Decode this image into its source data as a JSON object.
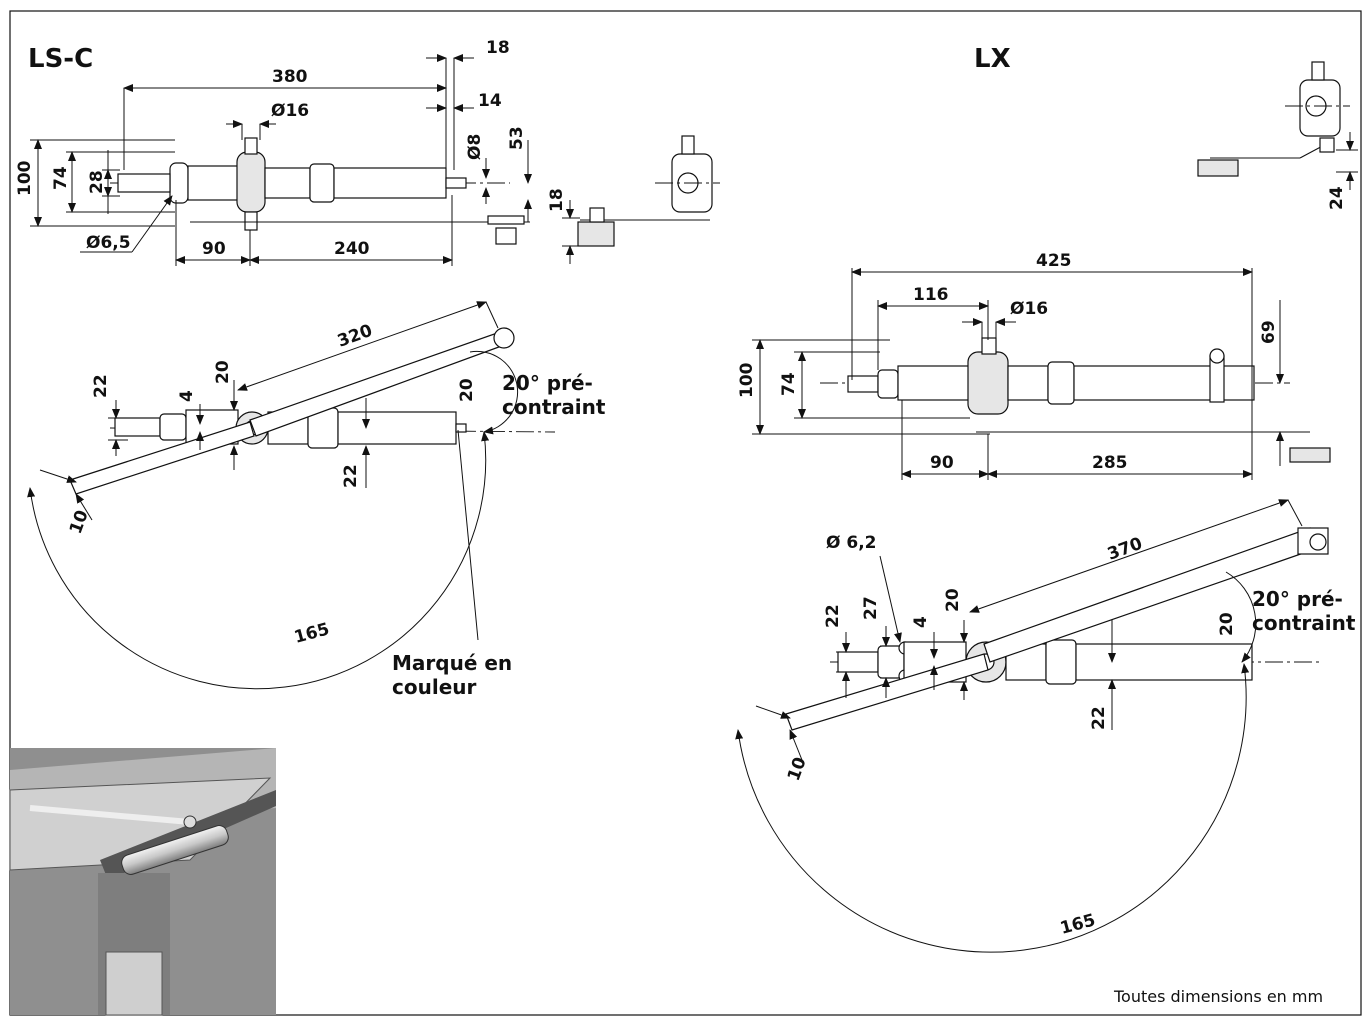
{
  "models": {
    "ls_c": {
      "title": "LS-C",
      "side_view": {
        "overall_length": "380",
        "cap_length": "18",
        "cap_offset": "14",
        "pivot_diameter": "Ø16",
        "rod_diameter": "Ø8",
        "rod_height": "53",
        "total_height": "100",
        "body_height": "74",
        "flange_height": "28",
        "hole_diameter": "Ø6,5",
        "front_length": "90",
        "rear_length": "240",
        "base_height": "18"
      },
      "top_view": {
        "arm_length": "320",
        "arm_offset": "20",
        "body_offset": "22",
        "gap": "4",
        "rod_offset": "22",
        "angle_label": "20",
        "preload_note": "20° pré-contraint",
        "arm_width": "10",
        "swing_radius": "165",
        "marking_note": "Marqué en couleur"
      }
    },
    "lx": {
      "title": "LX",
      "end_view": {
        "height": "24"
      },
      "side_view": {
        "overall_length": "425",
        "pivot_length": "116",
        "pivot_diameter": "Ø16",
        "total_height": "100",
        "body_height": "74",
        "rod_height": "69",
        "front_length": "90",
        "rear_length": "285"
      },
      "top_view": {
        "hole_diameter": "Ø 6,2",
        "arm_length": "370",
        "body_offset": "22",
        "flange_offset": "27",
        "gap": "4",
        "arm_offset": "20",
        "angle_label": "20",
        "preload_note": "20° pré-contraint",
        "rod_offset": "22",
        "arm_width": "10",
        "swing_radius": "165"
      }
    }
  },
  "footer": {
    "units_note": "Toutes dimensions en mm"
  },
  "colors": {
    "line": "#111111",
    "photo_background": "#8f8f8f"
  }
}
